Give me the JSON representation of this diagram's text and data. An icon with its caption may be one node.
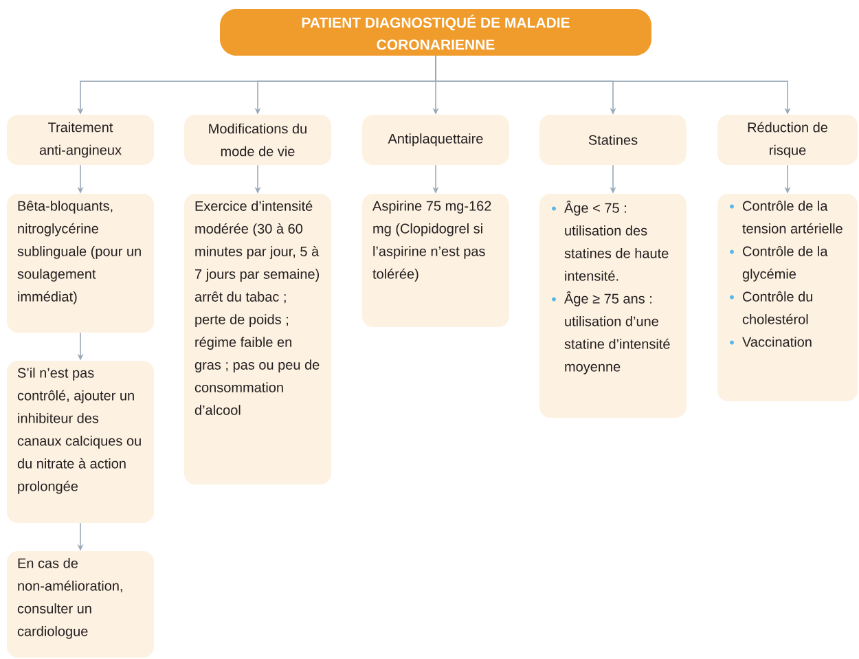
{
  "diagram": {
    "nodes": [
      {
        "text": [
          "PATIENT DIAGNOSTIQUÉ DE MALADIE CORONARIENNE"
        ]
      },
      {
        "text": [
          "Traitement anti-angineux"
        ]
      },
      {
        "text": [
          "Modifications du mode de vie"
        ]
      },
      {
        "text": [
          "Antiplaquettaire"
        ]
      },
      {
        "text": [
          "Statines"
        ]
      },
      {
        "text": [
          "Réduction de risque"
        ]
      },
      {
        "text": [
          "Bêta-bloquants, nitroglycérine sublinguale (pour un soulagement immédiat)"
        ]
      },
      {
        "text": [
          "Exercice d’intensité modérée (30 à 60 minutes par jour, 5 à 7 jours par semaine) arrêt du tabac ; perte de poids ; régime faible en gras ; pas ou peu de consommation d’alcool"
        ]
      },
      {
        "text": [
          "Aspirine 75 mg-162 mg (Clopidogrel si l’aspirine n’est pas tolérée)"
        ]
      },
      {
        "text": [
          "Âge < 75 : utilisation des statines de haute intensité.",
          "Âge ≥ 75 ans : utilisation d’une statine d’intensité moyenne"
        ]
      },
      {
        "text": [
          "Contrôle de la tension artérielle",
          "Contrôle de la glycémie",
          "Contrôle du cholestérol",
          "Vaccination"
        ]
      },
      {
        "text": [
          "S’il n’est pas contrôlé, ajouter un inhibiteur des canaux calciques ou du nitrate à action prolongée"
        ]
      },
      {
        "text": [
          "En cas de non-amélioration, consulter un cardiologue"
        ]
      }
    ],
    "edges": [
      {
        "from": 0,
        "to": 1,
        "arrow": "to"
      },
      {
        "from": 0,
        "to": 2,
        "arrow": "to"
      },
      {
        "from": 0,
        "to": 3,
        "arrow": "to"
      },
      {
        "from": 0,
        "to": 4,
        "arrow": "to"
      },
      {
        "from": 0,
        "to": 5,
        "arrow": "to"
      },
      {
        "from": 1,
        "to": 6,
        "arrow": "to"
      },
      {
        "from": 2,
        "to": 7,
        "arrow": "to"
      },
      {
        "from": 3,
        "to": 8,
        "arrow": "to"
      },
      {
        "from": 4,
        "to": 9,
        "arrow": "to"
      },
      {
        "from": 5,
        "to": 10,
        "arrow": "to"
      },
      {
        "from": 6,
        "to": 11,
        "arrow": "to"
      },
      {
        "from": 11,
        "to": 12,
        "arrow": "to"
      }
    ]
  }
}
